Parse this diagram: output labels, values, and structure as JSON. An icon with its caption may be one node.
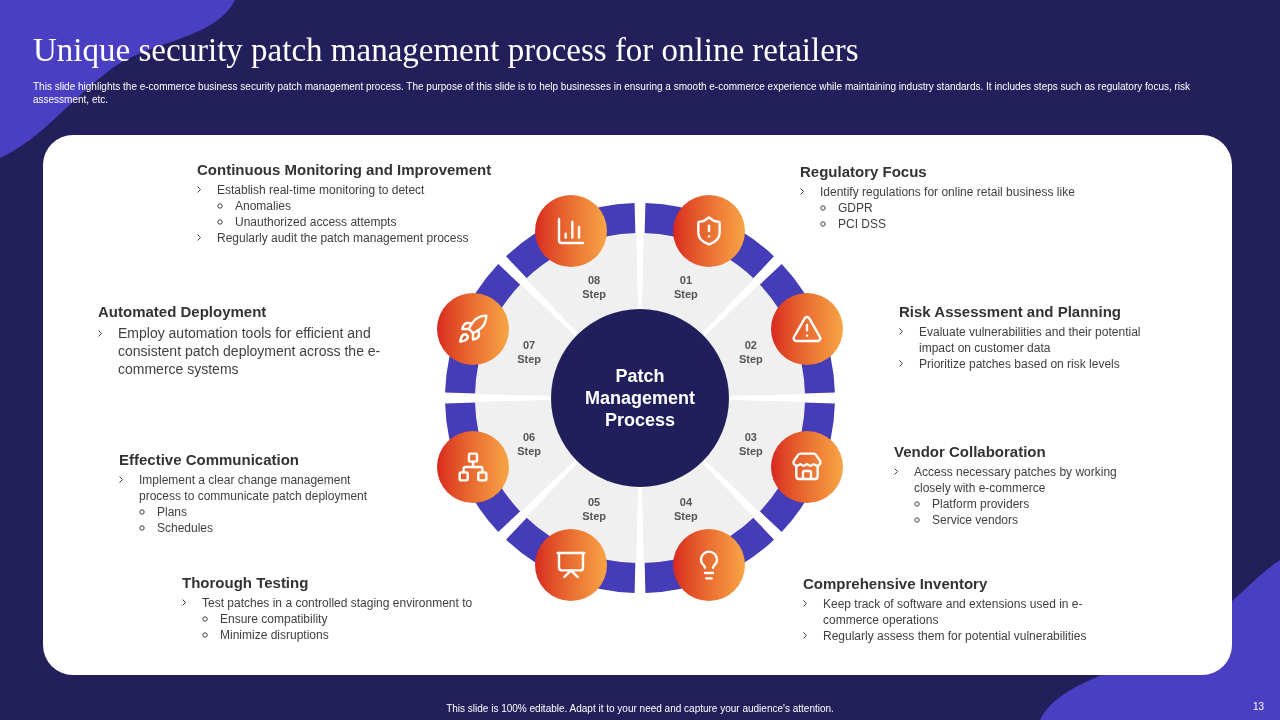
{
  "diagram": {
    "title": "Unique security patch management process for online retailers",
    "nodes": [
      {
        "text": [
          "Patch Management Process"
        ]
      },
      {
        "text": [
          "01 Step"
        ],
        "beside": [
          "Regulatory Focus",
          "Identify regulations for online retail business like",
          "GDPR",
          "PCI DSS"
        ]
      },
      {
        "text": [
          "02 Step"
        ],
        "beside": [
          "Risk Assessment and Planning",
          "Evaluate vulnerabilities and their potential impact on customer data",
          "Prioritize patches based on risk levels"
        ]
      },
      {
        "text": [
          "03 Step"
        ],
        "beside": [
          "Vendor Collaboration",
          "Access necessary patches by working closely with e-commerce",
          "Platform providers",
          "Service vendors"
        ]
      },
      {
        "text": [
          "04 Step"
        ],
        "beside": [
          "Comprehensive Inventory",
          "Keep track of software and extensions used in e-commerce operations",
          "Regularly assess them for potential vulnerabilities"
        ]
      },
      {
        "text": [
          "05 Step"
        ],
        "beside": [
          "Thorough Testing",
          "Test patches in a controlled staging environment to",
          "Ensure compatibility",
          "Minimize disruptions"
        ]
      },
      {
        "text": [
          "06 Step"
        ],
        "beside": [
          "Effective Communication",
          "Implement a clear change management process to communicate patch deployment",
          "Plans",
          "Schedules"
        ]
      },
      {
        "text": [
          "07 Step"
        ],
        "beside": [
          "Automated Deployment",
          "Employ automation tools for efficient and consistent patch deployment across the e-commerce systems"
        ]
      },
      {
        "text": [
          "08 Step"
        ],
        "beside": [
          "Continuous Monitoring and Improvement",
          "Establish real-time monitoring to detect",
          "Anomalies",
          "Unauthorized access attempts",
          "Regularly audit the patch management process"
        ]
      }
    ],
    "labels": [
      "This slide highlights the e-commerce business security patch management process. The purpose of this slide is to help businesses in ensuring a smooth e-commerce experience while maintaining industry standards. It includes steps such as regulatory focus, risk assessment, etc.",
      "This slide is 100% editable. Adapt it to your need and capture your audience's attention.",
      "13"
    ]
  }
}
